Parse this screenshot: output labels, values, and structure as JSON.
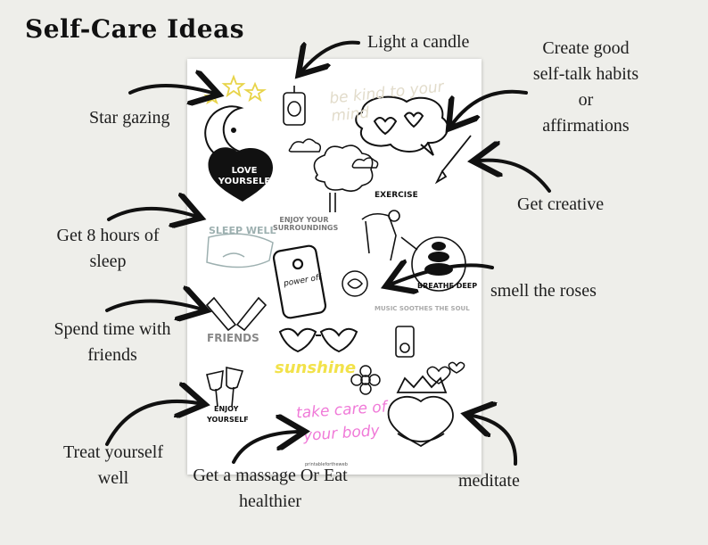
{
  "title": "Self-Care Ideas",
  "labels": {
    "light_candle": "Light a candle",
    "self_talk_1": "Create good",
    "self_talk_2": "self-talk habits",
    "self_talk_3": "or",
    "self_talk_4": "affirmations",
    "star_gazing": "Star gazing",
    "get_creative": "Get creative",
    "sleep_1": "Get 8 hours of",
    "sleep_2": "sleep",
    "roses": "smell the roses",
    "friends_1": "Spend time with",
    "friends_2": "friends",
    "treat_1": "Treat yourself",
    "treat_2": "well",
    "massage_1": "Get a massage Or Eat",
    "massage_2": "healthier",
    "meditate": "meditate"
  },
  "sheet": {
    "handwriting": "be kind to your mind",
    "love_yourself": "LOVE YOURSELF",
    "enjoy_surroundings": "ENJOY YOUR SURROUNDINGS",
    "exercise": "EXERCISE",
    "sleep_well": "SLEEP WELL",
    "phone_off": "power off",
    "breathe": "BREATHE DEEP",
    "friends": "FRIENDS",
    "music": "MUSIC SOOTHES THE SOUL",
    "sunshine": "sunshine",
    "enjoy_yourself_1": "ENJOY",
    "enjoy_yourself_2": "YOURSELF",
    "take_care_1": "take care of",
    "take_care_2": "your body",
    "footer": "printablefortheweb"
  },
  "colors": {
    "background": "#eeeeea",
    "yellow": "#f2e24a",
    "pink": "#f07ad8",
    "arrow": "#111111"
  }
}
